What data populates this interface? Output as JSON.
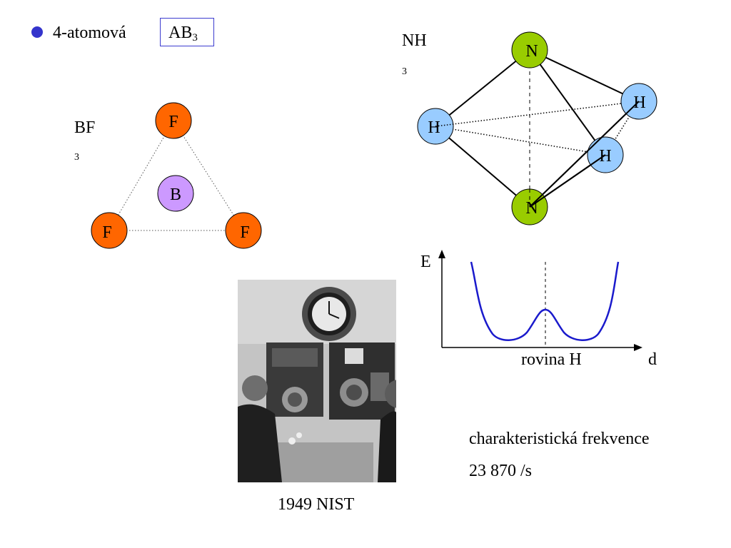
{
  "bullet": {
    "text": "4-atomová",
    "formula_main": "AB",
    "formula_sub": "3",
    "bullet_color": "#3434cc",
    "box_color": "#3c3ccf"
  },
  "bf3": {
    "label": "BF",
    "label_sub": "3",
    "atoms": {
      "top": "F",
      "left": "F",
      "right": "F",
      "center": "B"
    },
    "colors": {
      "fluorine": "#ff6600",
      "boron": "#cc99ff"
    }
  },
  "nh3": {
    "label": "NH",
    "label_sub": "3",
    "atoms": {
      "n_top": "N",
      "n_bottom": "N",
      "h_left": "H",
      "h_right": "H",
      "h_mid": "H"
    },
    "colors": {
      "nitrogen": "#99cc00",
      "hydrogen": "#99ccff"
    }
  },
  "energy_chart": {
    "y_label": "E",
    "x_label": "d",
    "center_label": "rovina H",
    "curve_color": "#1a1acc"
  },
  "photo": {
    "caption": "1949 NIST"
  },
  "frequency": {
    "line1": "charakteristická frekvence",
    "line2": "23 870 /s"
  }
}
